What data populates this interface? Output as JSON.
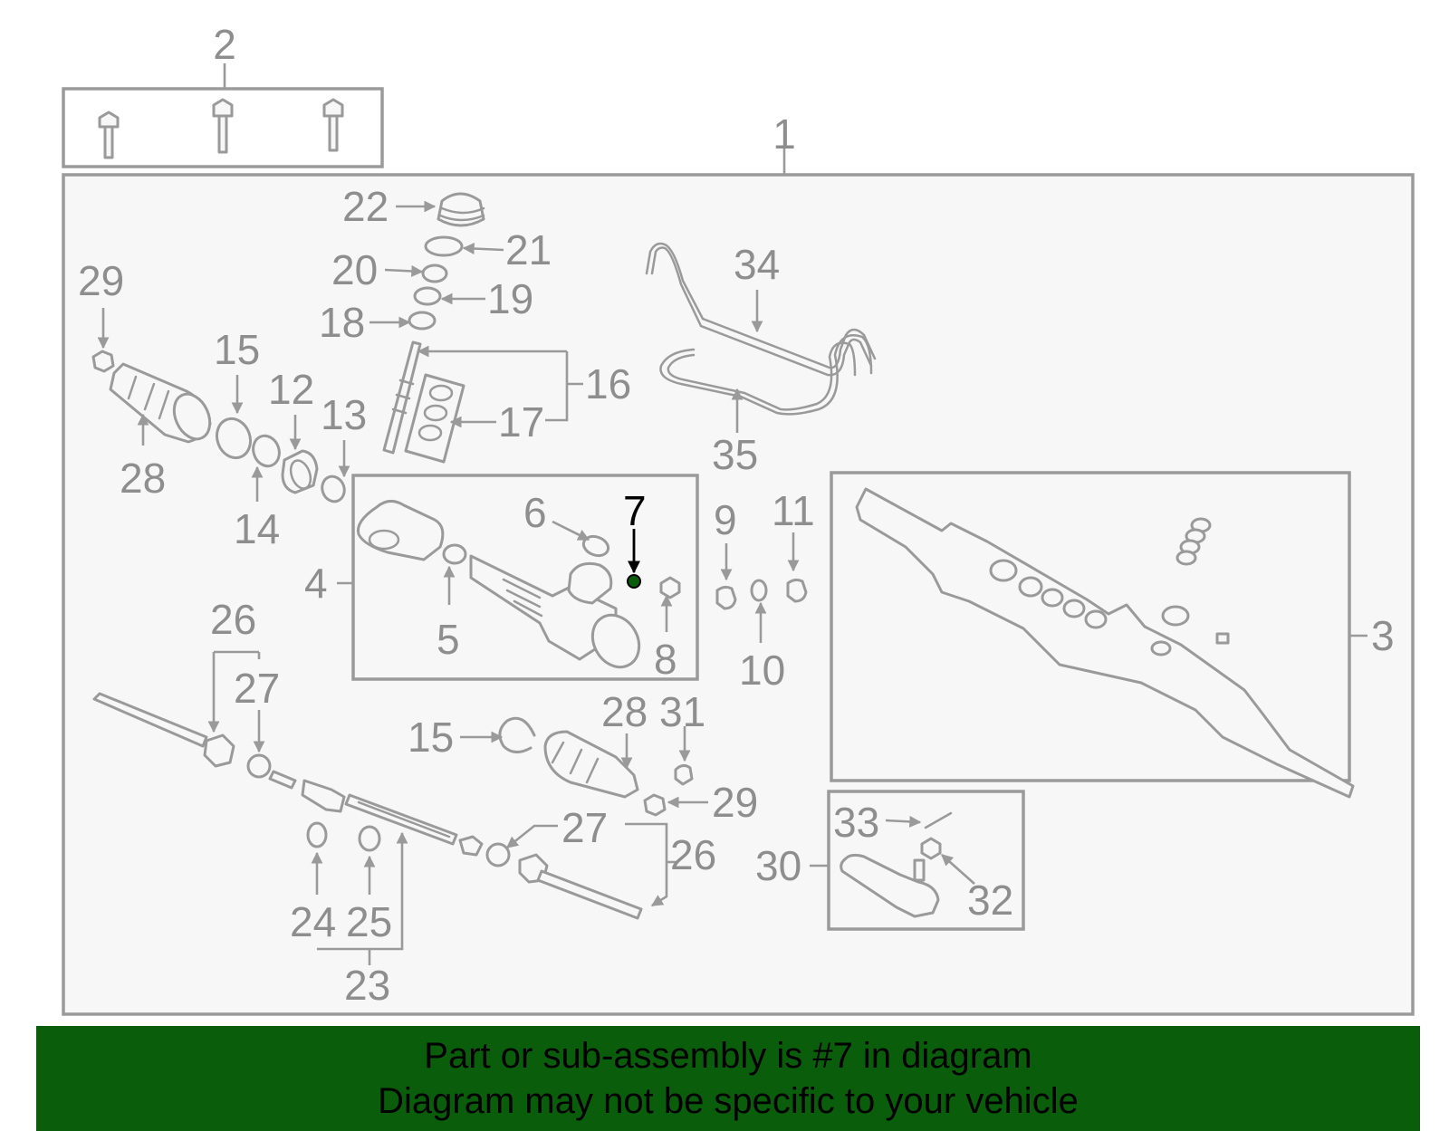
{
  "labels": {
    "l1": "1",
    "l2": "2",
    "l3": "3",
    "l4": "4",
    "l5": "5",
    "l6": "6",
    "l7": "7",
    "l8": "8",
    "l9": "9",
    "l10": "10",
    "l11": "11",
    "l12": "12",
    "l13": "13",
    "l14": "14",
    "l15a": "15",
    "l15b": "15",
    "l16": "16",
    "l17": "17",
    "l18": "18",
    "l19": "19",
    "l20": "20",
    "l21": "21",
    "l22": "22",
    "l23": "23",
    "l24": "24",
    "l25": "25",
    "l26a": "26",
    "l26b": "26",
    "l27a": "27",
    "l27b": "27",
    "l28a": "28",
    "l28b": "28",
    "l29a": "29",
    "l29b": "29",
    "l30": "30",
    "l31": "31",
    "l32": "32",
    "l33": "33",
    "l34": "34",
    "l35": "35"
  },
  "highlight": {
    "part_number": "7",
    "color": "#000000"
  },
  "banner": {
    "line1": "Part or sub-assembly is #7 in diagram",
    "line2": "Diagram may not be specific to your vehicle",
    "background": "#0a5d0a"
  },
  "colors": {
    "line": "#9a9a9a",
    "label": "#8e8e8e",
    "panel": "#f7f7f7"
  }
}
